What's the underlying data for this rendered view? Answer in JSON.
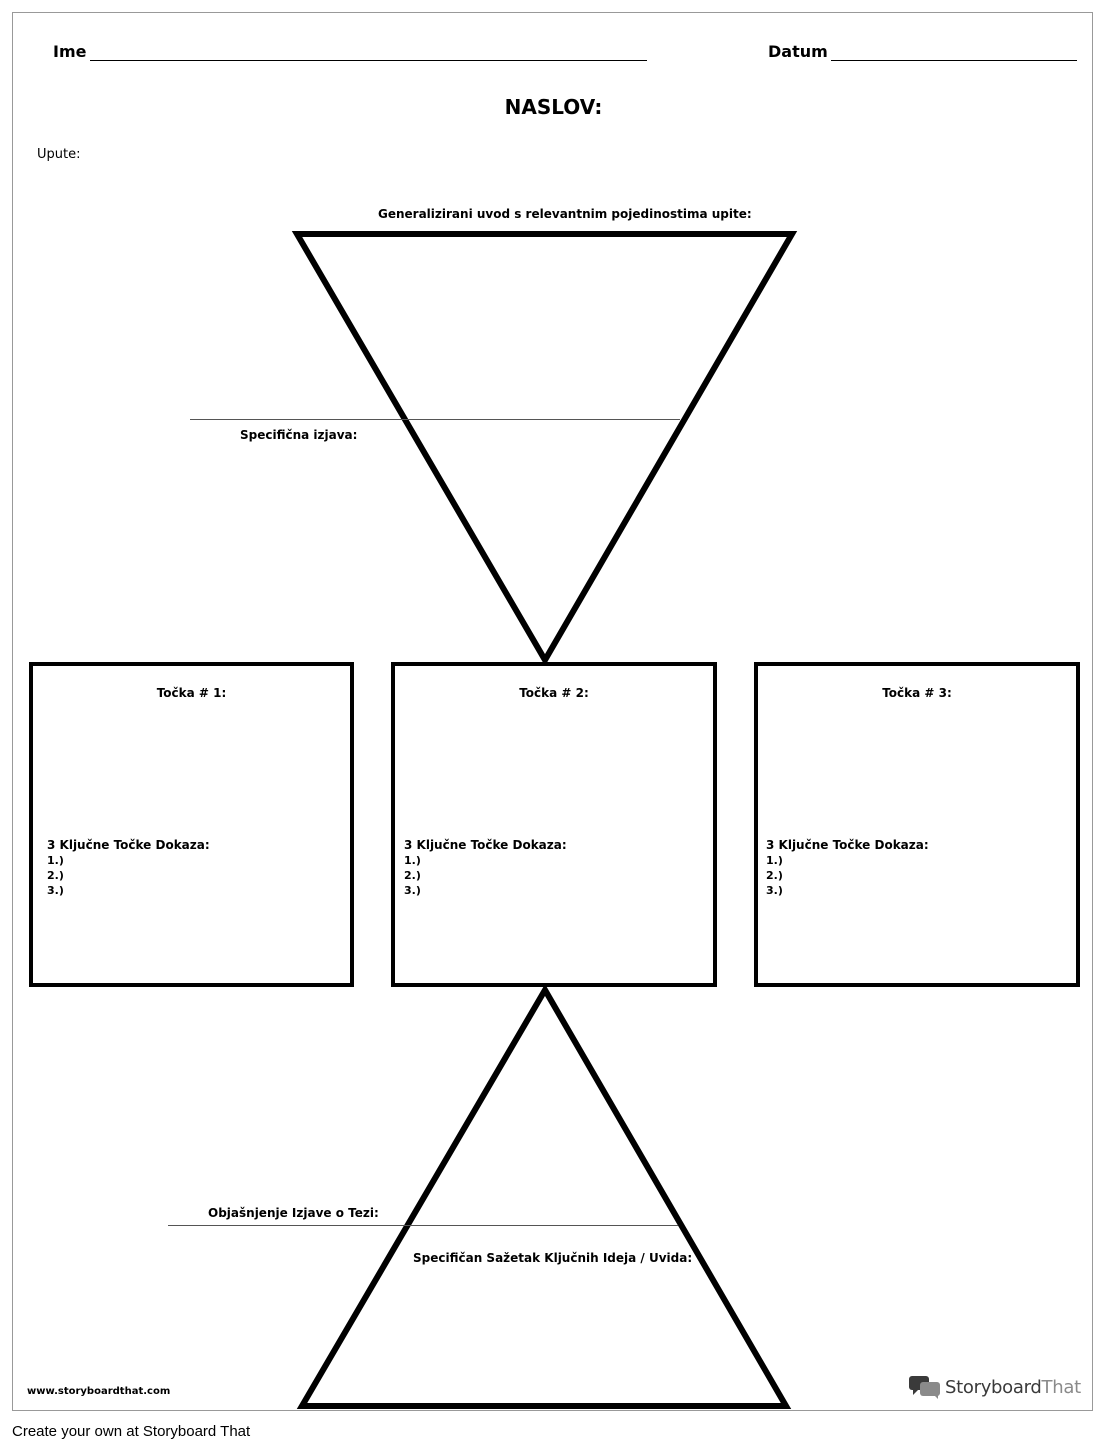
{
  "header": {
    "name_label": "Ime",
    "date_label": "Datum",
    "title": "NASLOV:",
    "instructions_label": "Upute:"
  },
  "top_triangle": {
    "intro_label": "Generalizirani uvod s relevantnim pojedinostima upite:",
    "specific_statement_label": "Specifična izjava:"
  },
  "points": [
    {
      "title": "Točka # 1:",
      "evidence_label": "3 Ključne Točke Dokaza:",
      "items": [
        "1.)",
        "2.)",
        "3.)"
      ]
    },
    {
      "title": "Točka # 2:",
      "evidence_label": "3 Ključne Točke Dokaza:",
      "items": [
        "1.)",
        "2.)",
        "3.)"
      ]
    },
    {
      "title": "Točka # 3:",
      "evidence_label": "3 Ključne Točke Dokaza:",
      "items": [
        "1.)",
        "2.)",
        "3.)"
      ]
    }
  ],
  "bottom_triangle": {
    "thesis_explanation_label": "Objašnjenje Izjave o Tezi:",
    "summary_label": "Specifičan Sažetak Ključnih Ideja / Uvida:"
  },
  "footer": {
    "website": "www.storyboardthat.com",
    "logo_text_bold": "Storyboard",
    "logo_text_light": "That",
    "promo": "Create your own at Storyboard That"
  }
}
